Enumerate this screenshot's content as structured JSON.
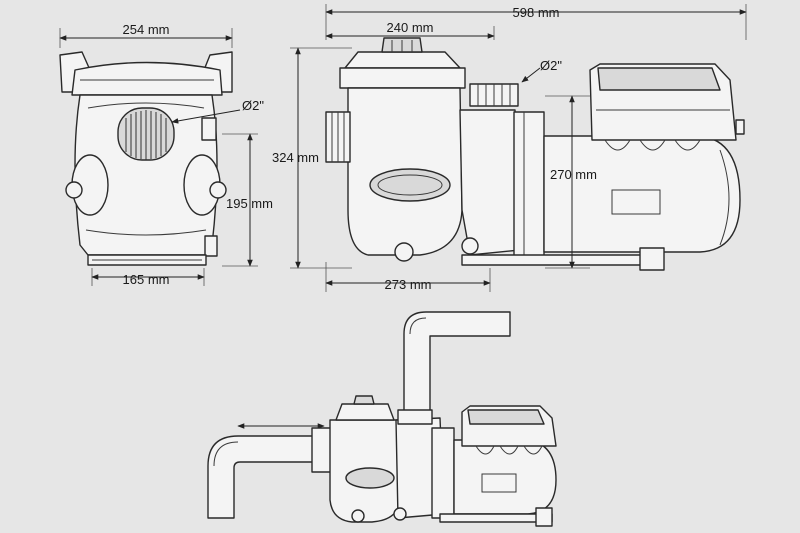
{
  "dimensions": {
    "front_width": "254 mm",
    "front_base": "165 mm",
    "front_height": "195 mm",
    "front_port": "Ø2\"",
    "side_total_length": "598 mm",
    "side_pump_length": "240 mm",
    "side_base_length": "273 mm",
    "side_height": "324 mm",
    "side_outlet_height": "270 mm",
    "side_port": "Ø2\""
  },
  "colors": {
    "background": "#e6e6e6",
    "line": "#2a2a2a",
    "fill": "#f4f4f4"
  }
}
